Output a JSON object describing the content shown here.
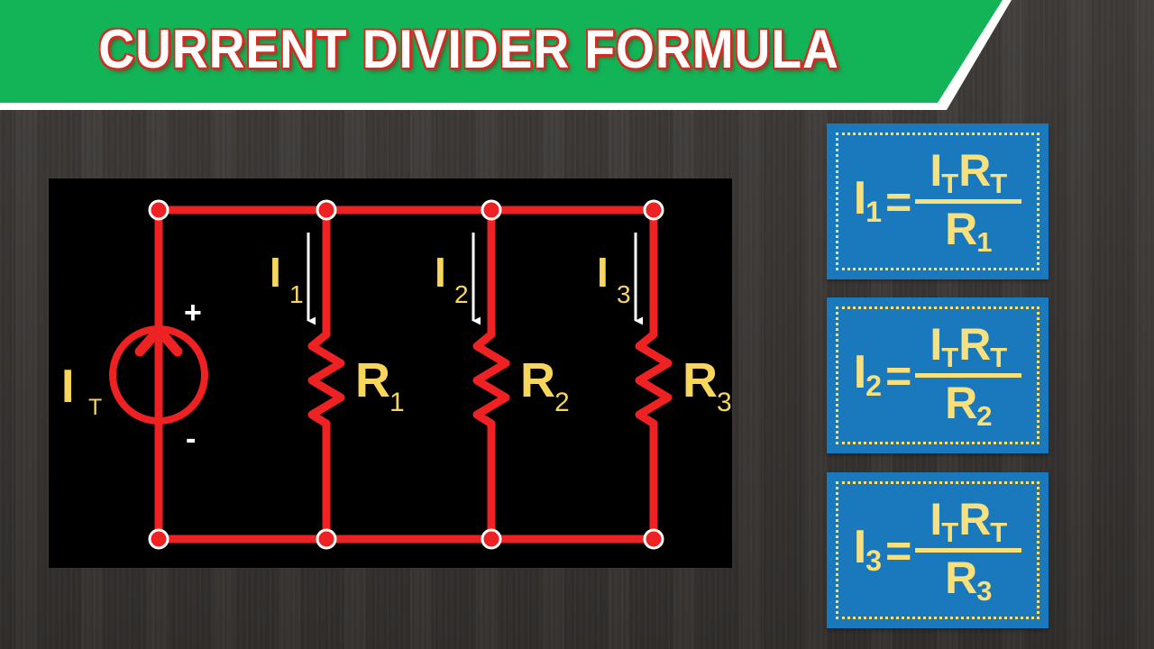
{
  "header": {
    "title": "CURRENT DIVIDER FORMULA",
    "banner_color": "#12b457",
    "title_color": "#ffffff",
    "title_outline_color": "#d62a21"
  },
  "theme": {
    "background_color": "#3a3735",
    "panel_color": "#000000",
    "wire_color": "#ee2222",
    "label_color": "#f8d65c",
    "arrow_color": "#ffffff",
    "box_color": "#1a79bd",
    "box_text_color": "#f8e07c"
  },
  "circuit": {
    "source": {
      "name": "I",
      "subscript": "T",
      "plus_label": "+",
      "minus_label": "-",
      "symbol": "current-source"
    },
    "branches": [
      {
        "current_label": "I",
        "current_sub": "1",
        "resistor_label": "R",
        "resistor_sub": "1",
        "arrow_direction": "down"
      },
      {
        "current_label": "I",
        "current_sub": "2",
        "resistor_label": "R",
        "resistor_sub": "2",
        "arrow_direction": "down"
      },
      {
        "current_label": "I",
        "current_sub": "3",
        "resistor_label": "R",
        "resistor_sub": "3",
        "arrow_direction": "down"
      }
    ]
  },
  "formulas": [
    {
      "lhs": "I",
      "lhs_sub": "1",
      "equals": "=",
      "numerator": "I",
      "numerator_sub": "T",
      "numerator2": "R",
      "numerator2_sub": "T",
      "denominator": "R",
      "denominator_sub": "1"
    },
    {
      "lhs": "I",
      "lhs_sub": "2",
      "equals": "=",
      "numerator": "I",
      "numerator_sub": "T",
      "numerator2": "R",
      "numerator2_sub": "T",
      "denominator": "R",
      "denominator_sub": "2"
    },
    {
      "lhs": "I",
      "lhs_sub": "3",
      "equals": "=",
      "numerator": "I",
      "numerator_sub": "T",
      "numerator2": "R",
      "numerator2_sub": "T",
      "denominator": "R",
      "denominator_sub": "3"
    }
  ]
}
